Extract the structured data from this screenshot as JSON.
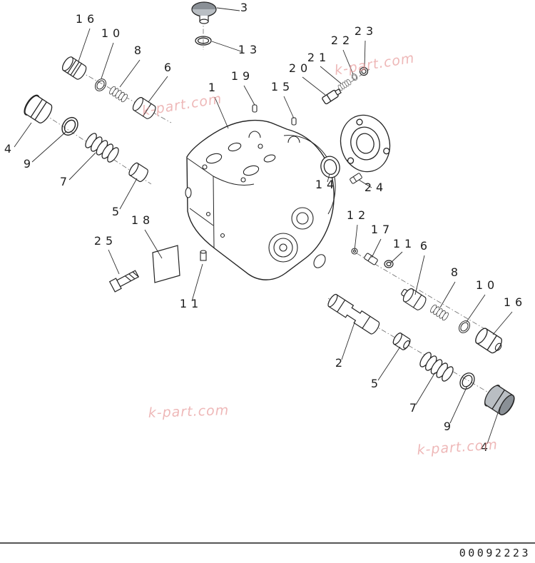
{
  "figure": {
    "watermark_text": "k-part.com",
    "part_number": "00092223"
  },
  "callouts": [
    {
      "label": "16"
    },
    {
      "label": "10"
    },
    {
      "label": "8"
    },
    {
      "label": "6"
    },
    {
      "label": "3"
    },
    {
      "label": "13"
    },
    {
      "label": "1"
    },
    {
      "label": "19"
    },
    {
      "label": "15"
    },
    {
      "label": "20"
    },
    {
      "label": "21"
    },
    {
      "label": "22"
    },
    {
      "label": "23"
    },
    {
      "label": "4"
    },
    {
      "label": "9"
    },
    {
      "label": "7"
    },
    {
      "label": "5"
    },
    {
      "label": "14"
    },
    {
      "label": "24"
    },
    {
      "label": "25"
    },
    {
      "label": "18"
    },
    {
      "label": "11"
    },
    {
      "label": "12"
    },
    {
      "label": "17"
    },
    {
      "label": "11"
    },
    {
      "label": "6"
    },
    {
      "label": "8"
    },
    {
      "label": "10"
    },
    {
      "label": "16"
    },
    {
      "label": "2"
    },
    {
      "label": "5"
    },
    {
      "label": "7"
    },
    {
      "label": "9"
    },
    {
      "label": "4"
    }
  ]
}
